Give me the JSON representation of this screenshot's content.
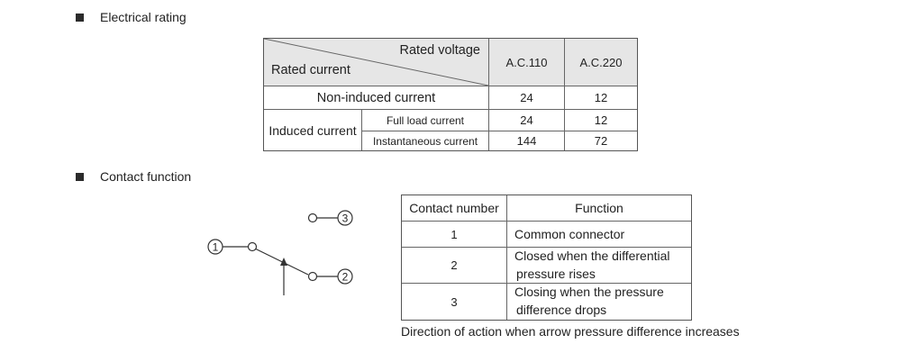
{
  "sections": {
    "electrical_rating": "Electrical rating",
    "contact_function": "Contact function"
  },
  "rating_table": {
    "header_top_right": "Rated voltage",
    "header_bottom_left": "Rated current",
    "voltages": [
      "A.C.110",
      "A.C.220"
    ],
    "non_induced": {
      "label": "Non-induced current",
      "values": [
        "24",
        "12"
      ]
    },
    "induced": {
      "label": "Induced current",
      "rows": [
        {
          "label": "Full load current",
          "values": [
            "24",
            "12"
          ]
        },
        {
          "label": "Instantaneous current",
          "values": [
            "144",
            "72"
          ]
        }
      ]
    }
  },
  "diagram": {
    "terminals": [
      "1",
      "2",
      "3"
    ]
  },
  "contact_table": {
    "headers": [
      "Contact number",
      "Function"
    ],
    "rows": [
      {
        "number": "1",
        "function_line1": "Common connector",
        "function_line2": ""
      },
      {
        "number": "2",
        "function_line1": "Closed when the differential",
        "function_line2": "pressure rises"
      },
      {
        "number": "3",
        "function_line1": "Closing when the pressure",
        "function_line2": "difference drops"
      }
    ]
  },
  "note": "Direction of action when arrow pressure difference increases"
}
